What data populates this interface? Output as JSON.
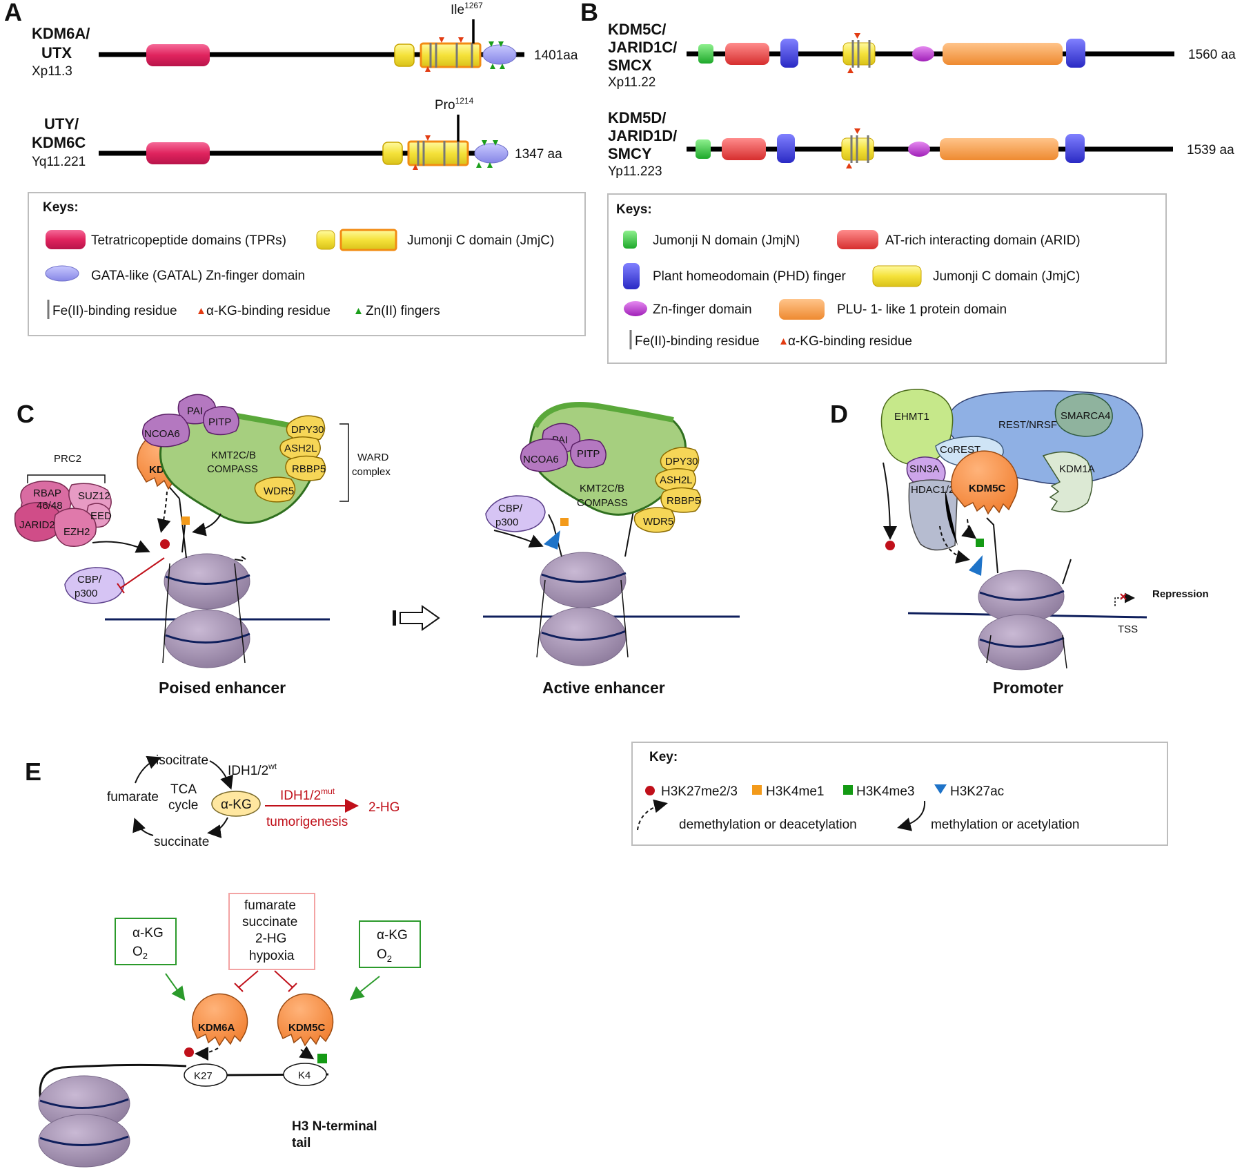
{
  "panelA": {
    "label": "A",
    "proteins": [
      {
        "name1": "KDM6A/",
        "name2": "UTX",
        "locus": "Xp11.3",
        "length": "1401aa",
        "residue": "Ile",
        "residue_sup": "1267"
      },
      {
        "name1": "UTY/",
        "name2": "KDM6C",
        "locus": "Yq11.221",
        "length": "1347 aa",
        "residue": "Pro",
        "residue_sup": "1214"
      }
    ],
    "keys": {
      "title": "Keys:",
      "tpr": "Tetratricopeptide domains (TPRs)",
      "jmjc": "Jumonji  C  domain (JmjC)",
      "gatal": "GATA-like (GATAL) Zn-finger domain",
      "fe": "Fe(II)-binding residue",
      "akg": "α-KG-binding residue",
      "zn": "Zn(II) fingers"
    }
  },
  "panelB": {
    "label": "B",
    "proteins": [
      {
        "name1": "KDM5C/",
        "name2": "JARID1C/",
        "name3": "SMCX",
        "locus": "Xp11.22",
        "length": "1560 aa"
      },
      {
        "name1": "KDM5D/",
        "name2": "JARID1D/",
        "name3": "SMCY",
        "locus": "Yp11.223",
        "length": "1539 aa"
      }
    ],
    "keys": {
      "title": "Keys:",
      "jmjn": "Jumonji  N  domain (JmjN)",
      "arid": "AT-rich interacting domain (ARID)",
      "phd": "Plant homeodomain (PHD) finger",
      "jmjc": "Jumonji  C  domain (JmjC)",
      "zn": "Zn-finger domain",
      "plu": "PLU- 1- like 1 protein domain",
      "fe": "Fe(II)-binding residue",
      "akg": "α-KG-binding residue"
    }
  },
  "panelC": {
    "label": "C",
    "prc2": "PRC2",
    "rbap1": "RBAP",
    "rbap2": "46/48",
    "suz12": "SUZ12",
    "eed": "EED",
    "jarid2": "JARID2",
    "ezh2": "EZH2",
    "kdm6a": "KDM6A",
    "pai": "PAI",
    "pitp": "PITP",
    "ncoa6": "NCOA6",
    "kmt1": "KMT2C/B",
    "kmt2": "COMPASS",
    "dpy30": "DPY30",
    "ash2l": "ASH2L",
    "rbbp5": "RBBP5",
    "wdr5": "WDR5",
    "ward1": "WARD",
    "ward2": "complex",
    "cbp1": "CBP/",
    "cbp2": "p300",
    "poised": "Poised enhancer",
    "active": "Active enhancer"
  },
  "panelD": {
    "label": "D",
    "ehmt1": "EHMT1",
    "rest": "REST/NRSF",
    "smarca4": "SMARCA4",
    "corest": "CoREST",
    "sin3a": "SIN3A",
    "hdac": "HDAC1/2",
    "kdm5c": "KDM5C",
    "kdm1a": "KDM1A",
    "repression": "Repression",
    "tss": "TSS",
    "promoter": "Promoter"
  },
  "panelE": {
    "label": "E",
    "isocitrate": "isocitrate",
    "fumarate": "fumarate",
    "tca1": "TCA",
    "tca2": "cycle",
    "succinate": "succinate",
    "akg": "α-KG",
    "idhwt": "IDH1/2",
    "idhwt_sup": "wt",
    "idhmut": "IDH1/2",
    "idhmut_sup": "mut",
    "tumor": "tumorigenesis",
    "hg": "2-HG",
    "box_left1": "α-KG",
    "box_left2": "O",
    "box_left2_sub": "2",
    "inhib1": "fumarate",
    "inhib2": "succinate",
    "inhib3": "2-HG",
    "inhib4": "hypoxia",
    "box_right1": "α-KG",
    "box_right2": "O",
    "box_right2_sub": "2",
    "kdm6a": "KDM6A",
    "kdm5c": "KDM5C",
    "k27": "K27",
    "k4": "K4",
    "tail1": "H3 N-terminal",
    "tail2": "tail"
  },
  "keyE": {
    "title": "Key:",
    "m1": "H3K27me2/3",
    "m2": "H3K4me1",
    "m3": "H3K4me3",
    "m4": "H3K27ac",
    "demeth": "demethylation or deacetylation",
    "meth": "methylation or acetylation"
  },
  "colors": {
    "tpr": "#e0245e",
    "jmjc": "#f5e23a",
    "jmjc_core": "#f28b12",
    "gatal": "#9999ee",
    "jmjn": "#2ec43a",
    "arid": "#e84848",
    "phd": "#4040dd",
    "znf": "#b335c8",
    "plu": "#f59a45",
    "akg": "#e23b12",
    "zn": "#1a9e1a",
    "me_red": "#c0101a",
    "me_orange": "#f39a1a",
    "me_green": "#149a14",
    "ac_blue": "#1e73c8"
  }
}
